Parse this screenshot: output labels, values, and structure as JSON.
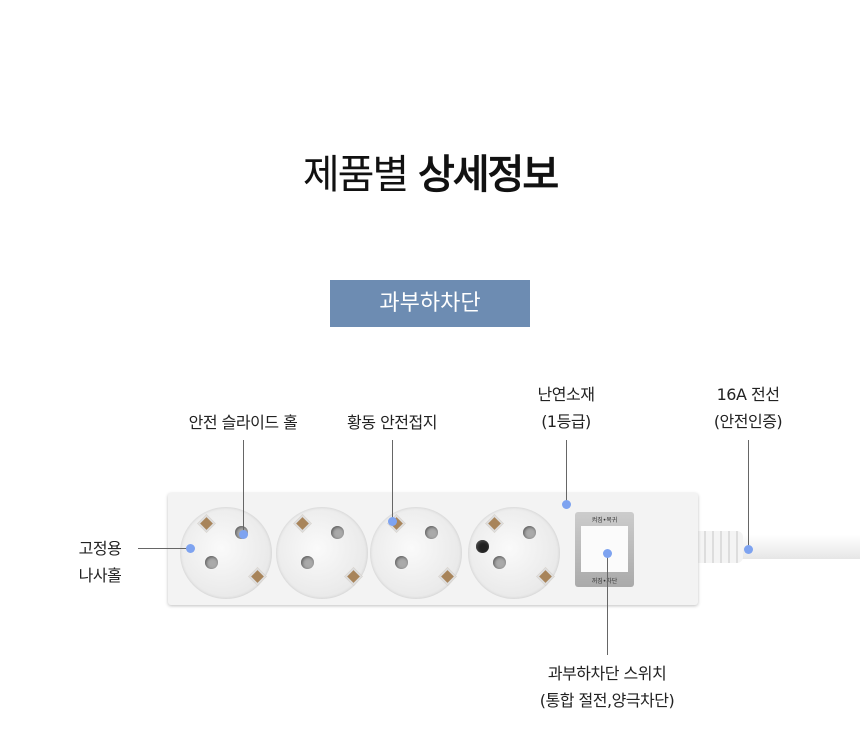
{
  "title": {
    "regular": "제품별",
    "bold": "상세정보"
  },
  "badge": "과부하차단",
  "switch_labels": {
    "top": "켜짐•복귀",
    "bottom": "꺼짐•차단"
  },
  "callouts": {
    "safety_slide_hole": "안전 슬라이드 홀",
    "brass_ground": "황동 안전접지",
    "flame_retardant": [
      "난연소재",
      "(1등급)"
    ],
    "cable": [
      "16A 전선",
      "(안전인증)"
    ],
    "screw_hole": [
      "고정용",
      "나사홀"
    ],
    "overload_switch": [
      "과부하차단 스위치",
      "(통합 절전,양극차단)"
    ]
  },
  "colors": {
    "badge": "#6d8cb2",
    "marker": "#7ea3f0"
  }
}
